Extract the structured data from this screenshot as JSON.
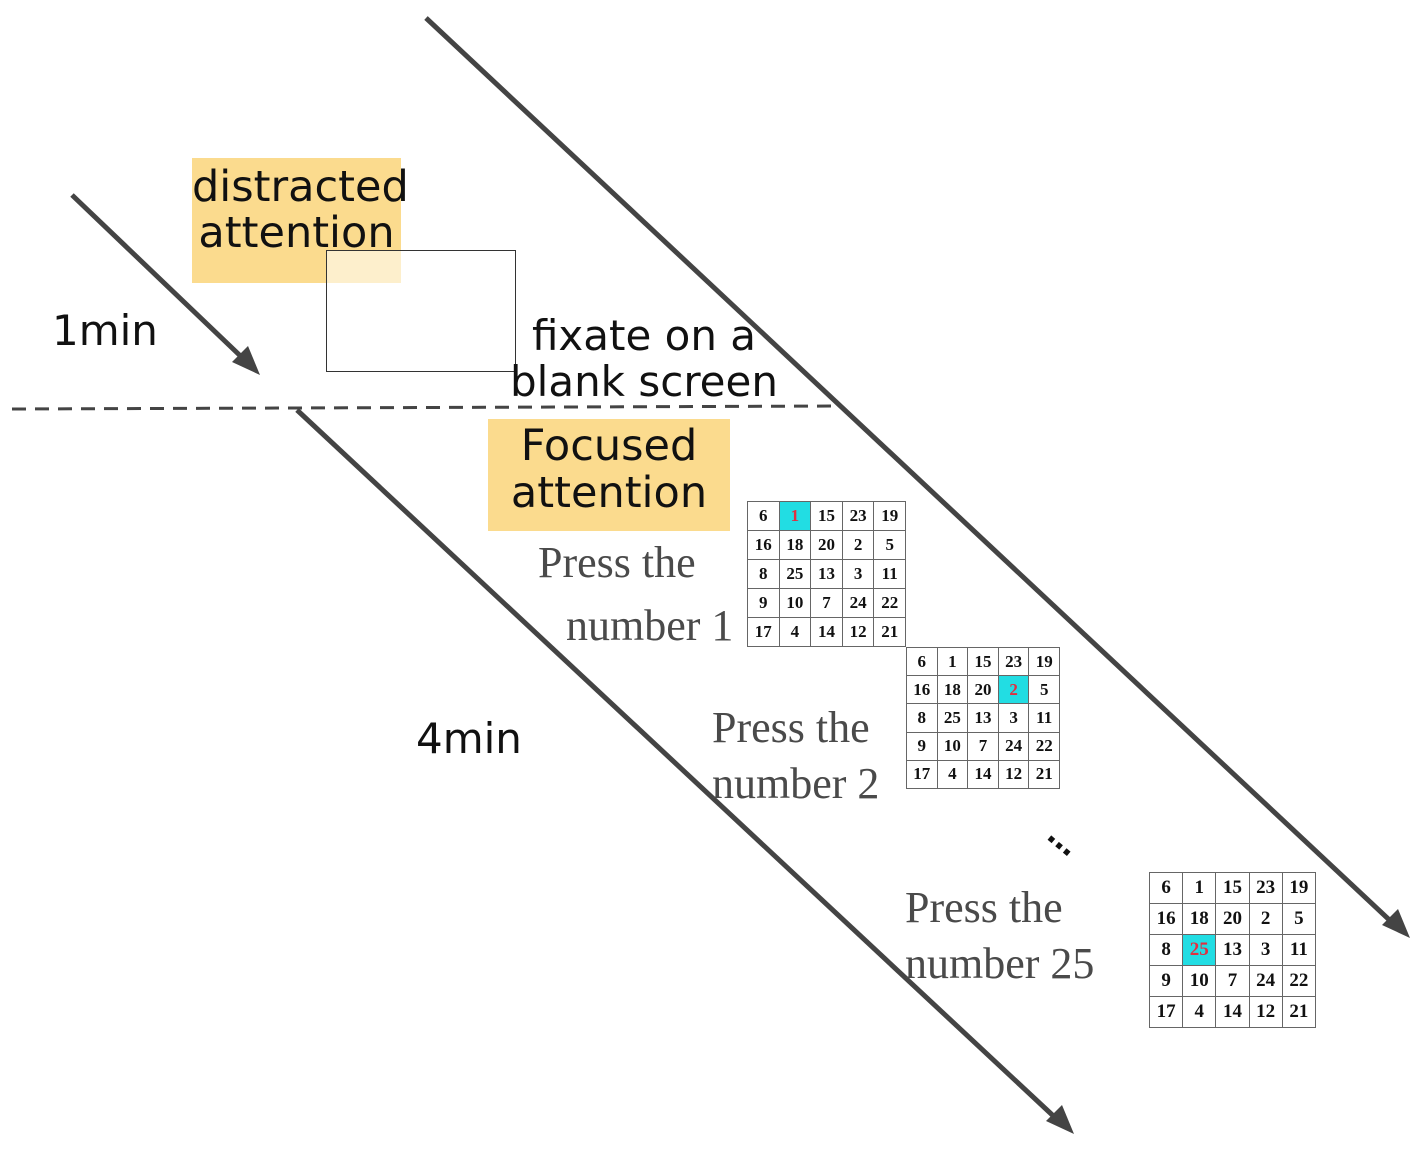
{
  "phases": {
    "distracted": {
      "label": "distracted attention",
      "duration": "1min",
      "task": "fixate on a blank screen",
      "highlight_color": "#fbdb8e"
    },
    "focused": {
      "label": "Focused attention",
      "duration": "4min",
      "highlight_color": "#fbdb8e",
      "ellipsis": "…",
      "steps": [
        {
          "prompt_line1": "Press the",
          "prompt_line2": "number 1",
          "target": "1"
        },
        {
          "prompt_line1": "Press the",
          "prompt_line2": "number 2",
          "target": "2"
        },
        {
          "prompt_line1": "Press the",
          "prompt_line2": "number 25",
          "target": "25"
        }
      ]
    }
  },
  "schulte_grid": [
    [
      "6",
      "1",
      "15",
      "23",
      "19"
    ],
    [
      "16",
      "18",
      "20",
      "2",
      "5"
    ],
    [
      "8",
      "25",
      "13",
      "3",
      "11"
    ],
    [
      "9",
      "10",
      "7",
      "24",
      "22"
    ],
    [
      "17",
      "4",
      "14",
      "12",
      "21"
    ]
  ],
  "colors": {
    "target_cell": "#22dde3",
    "target_text": "#e03040",
    "arrow": "#444444"
  }
}
